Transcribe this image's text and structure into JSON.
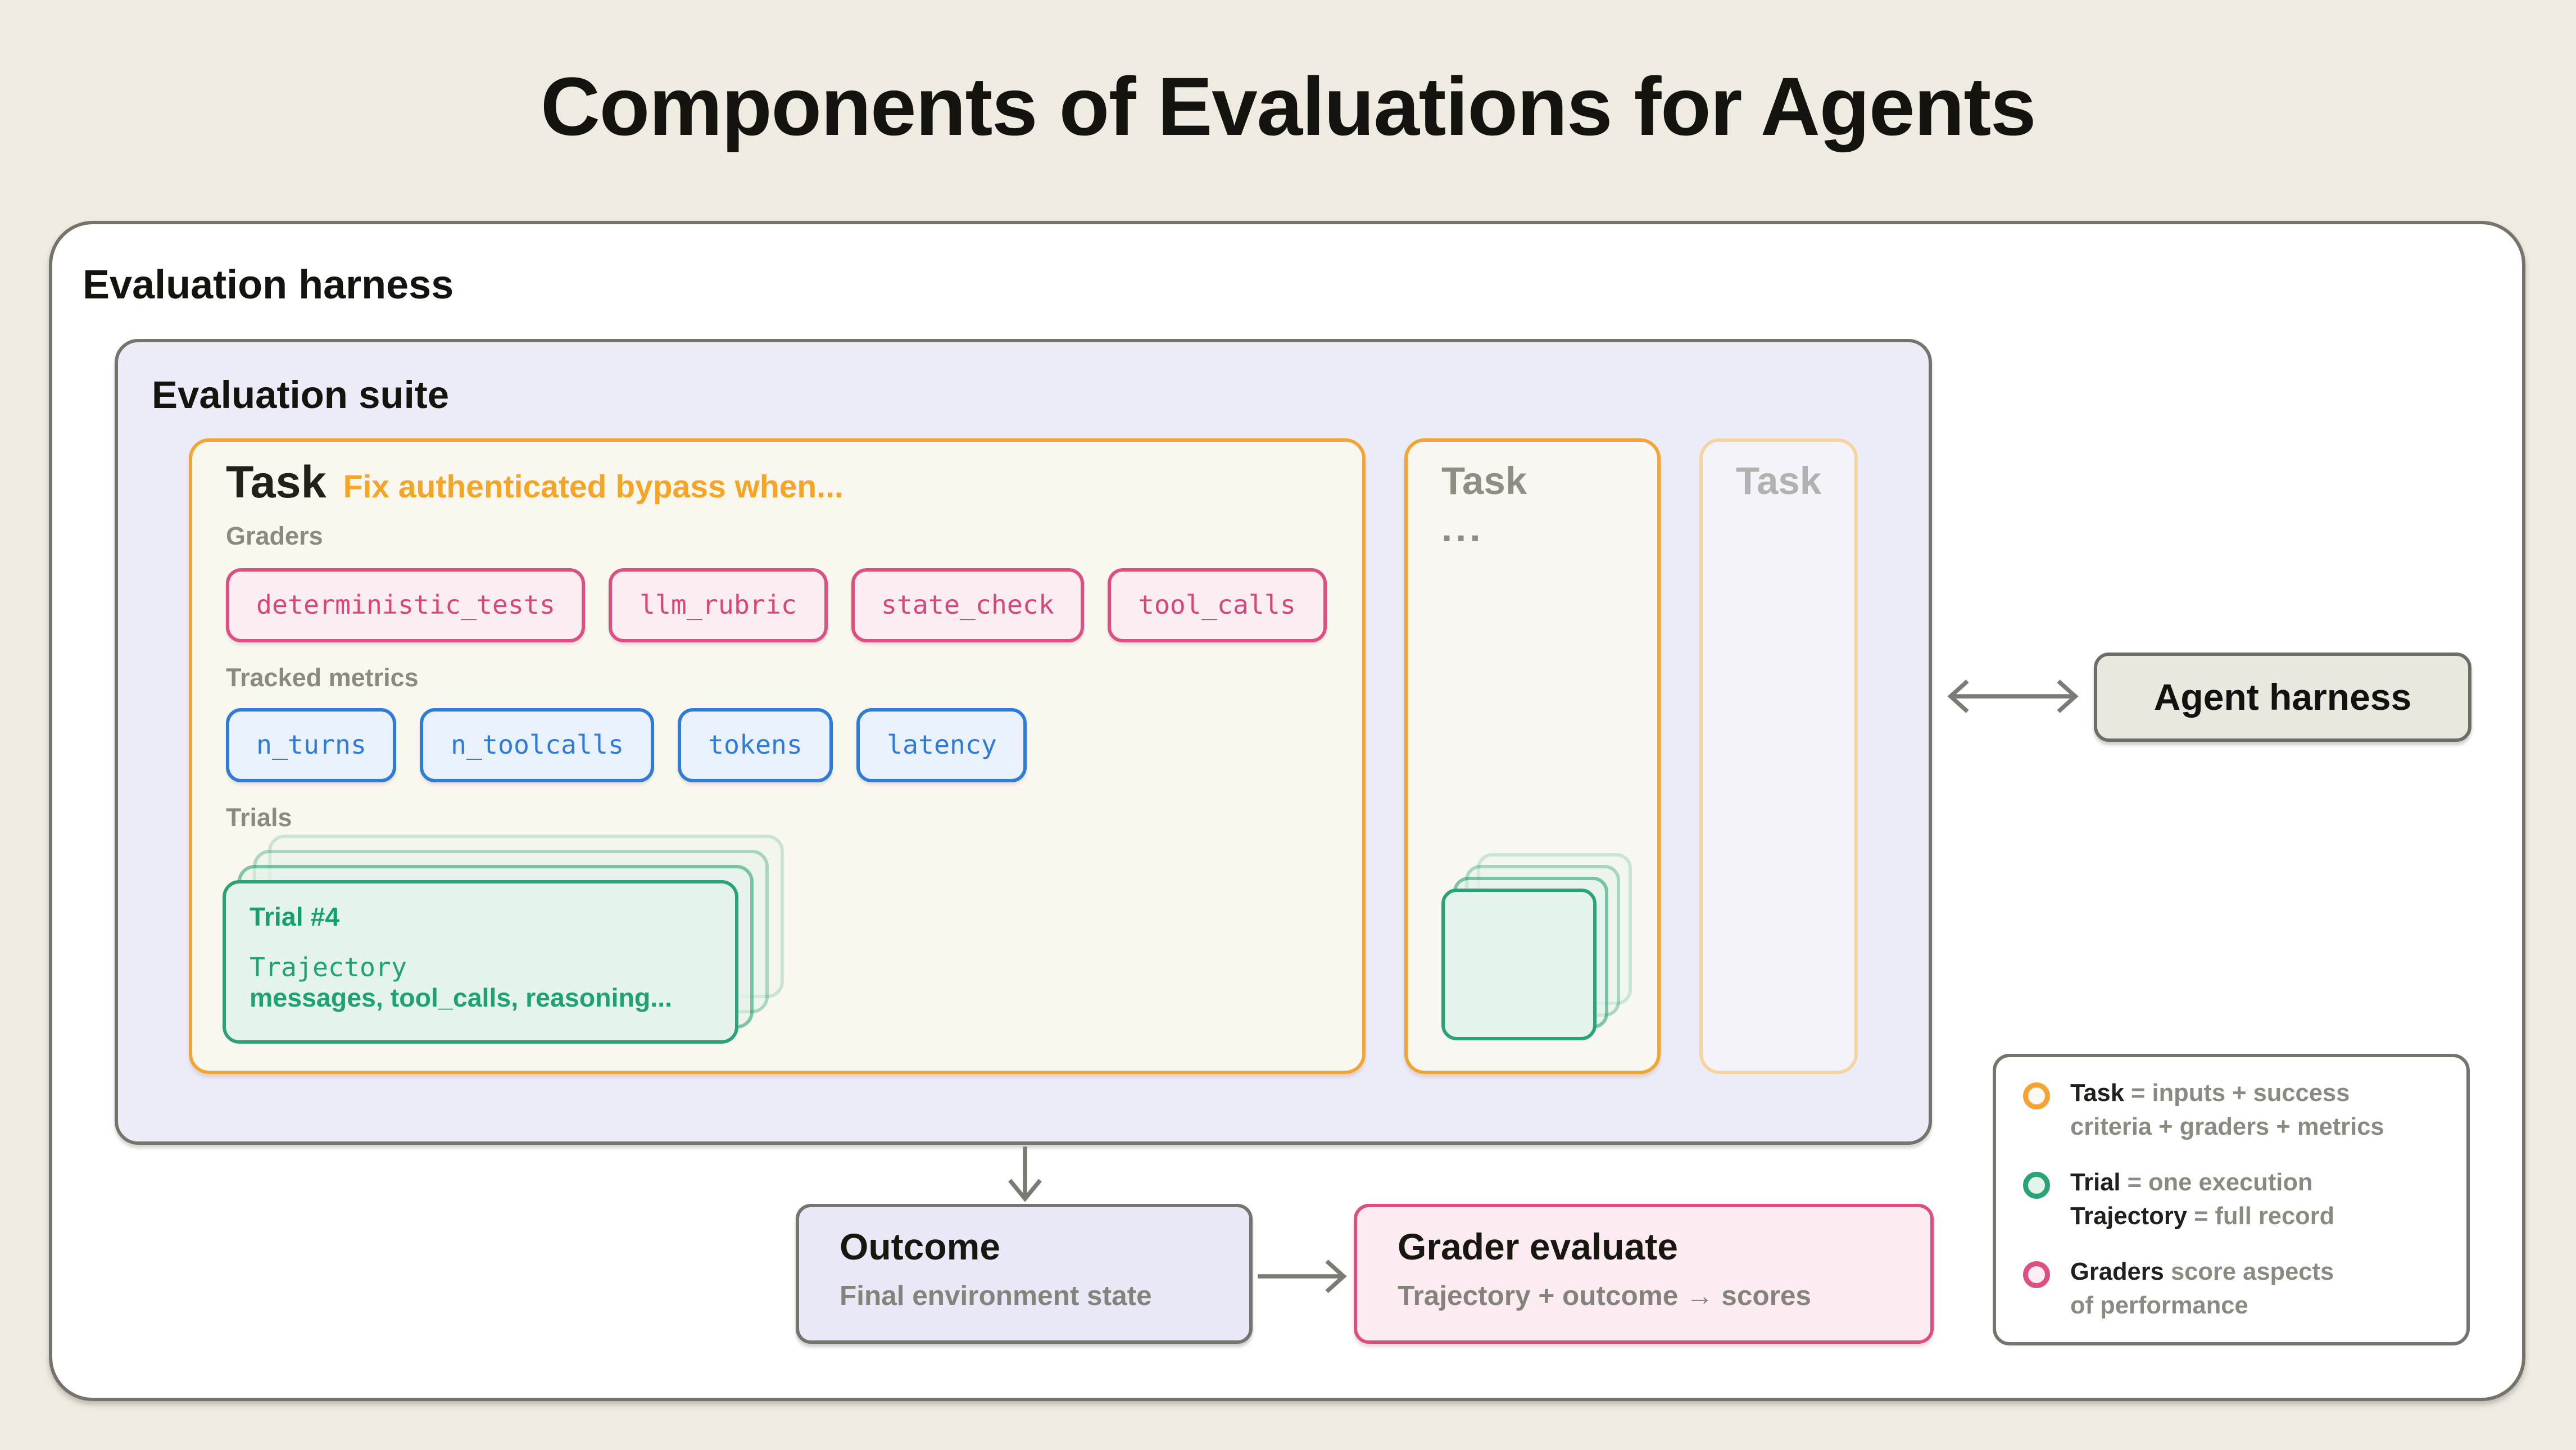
{
  "title": "Components of Evaluations for Agents",
  "harness": {
    "label": "Evaluation harness"
  },
  "suite": {
    "label": "Evaluation suite"
  },
  "task1": {
    "title": "Task",
    "description": "Fix authenticated bypass when...",
    "graders_label": "Graders",
    "graders": [
      "deterministic_tests",
      "llm_rubric",
      "state_check",
      "tool_calls"
    ],
    "metrics_label": "Tracked metrics",
    "metrics": [
      "n_turns",
      "n_toolcalls",
      "tokens",
      "latency"
    ],
    "trials_label": "Trials",
    "trial": {
      "name": "Trial #4",
      "trajectory_label": "Trajectory",
      "trajectory_items": "messages, tool_calls, reasoning..."
    }
  },
  "task2": {
    "title": "Task",
    "ellipsis": "..."
  },
  "task3": {
    "title": "Task"
  },
  "agent_harness": {
    "label": "Agent harness"
  },
  "outcome": {
    "title": "Outcome",
    "subtitle": "Final environment state"
  },
  "grader_evaluate": {
    "title": "Grader evaluate",
    "subtitle": "Trajectory + outcome → scores"
  },
  "legend": {
    "items": [
      {
        "icon": "task-ring",
        "l1_bold": "Task",
        "l1_rest": " = inputs + success",
        "l2_bold": "",
        "l2_rest": "criteria + graders + metrics"
      },
      {
        "icon": "trial-ring",
        "l1_bold": "Trial",
        "l1_rest": " = one execution",
        "l2_bold": "Trajectory",
        "l2_rest": " = full record"
      },
      {
        "icon": "graders-ring",
        "l1_bold": "Graders",
        "l1_rest": " score aspects",
        "l2_bold": "",
        "l2_rest": "of performance"
      }
    ]
  },
  "colors": {
    "page_bg": "#efebe1",
    "gray_border": "#75746b",
    "lavender": "#ecebf8",
    "orange": "#f5a434",
    "orange_text": "#f6a426",
    "pink": "#dd4f81",
    "blue": "#2e7cd6",
    "green": "#2aa475"
  }
}
